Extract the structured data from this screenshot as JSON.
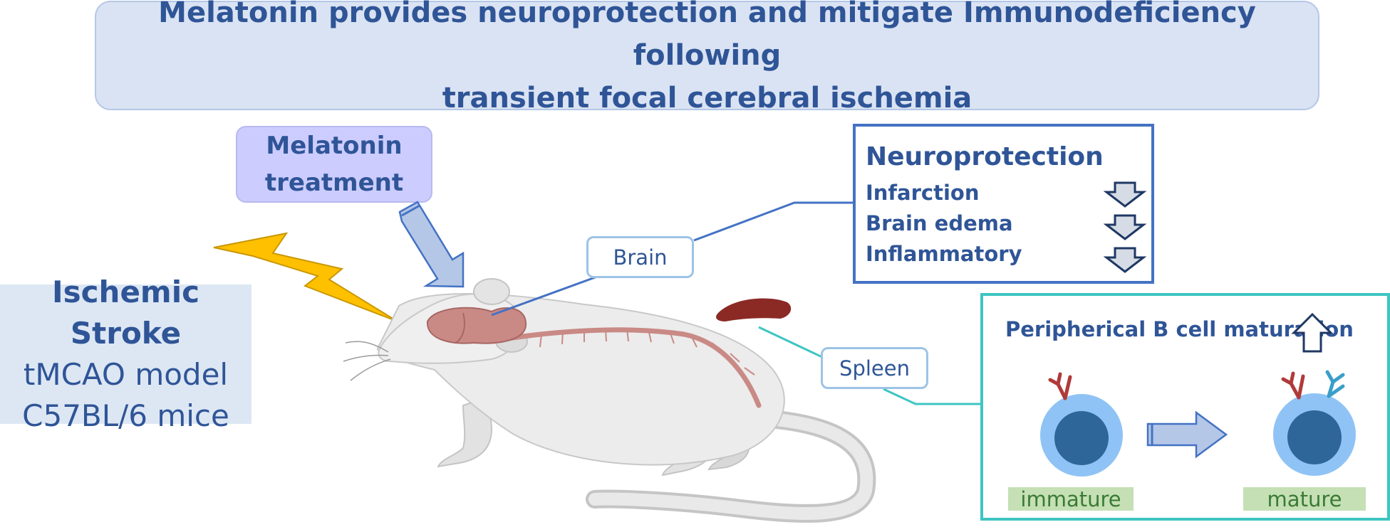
{
  "title": {
    "line1": "Melatonin provides neuroprotection and mitigate Immunodeficiency following",
    "line2": "transient focal cerebral ischemia"
  },
  "treatment": {
    "line1": "Melatonin",
    "line2": "treatment"
  },
  "model": {
    "heading": "Ischemic Stroke",
    "line2": "tMCAO model",
    "line3": "C57BL/6 mice"
  },
  "labels": {
    "brain": "Brain",
    "spleen": "Spleen"
  },
  "neuroprotection": {
    "title": "Neuroprotection",
    "items": [
      {
        "label": "Infarction",
        "direction": "down"
      },
      {
        "label": "Brain edema",
        "direction": "down"
      },
      {
        "label": "Inflammatory",
        "direction": "down"
      }
    ]
  },
  "bcell": {
    "title": "Peripherical B cell maturation",
    "direction": "up",
    "stages": [
      "immature",
      "mature"
    ]
  },
  "colors": {
    "title_text": "#2f5597",
    "title_bg": "#dae3f3",
    "treatment_bg": "#ccccff",
    "bolt": "#ffc000",
    "neuro_border": "#4472c4",
    "bcell_border": "#3ec5c2",
    "cell_outer": "#8fc3f5",
    "cell_nucleus": "#2e6699",
    "stage_label_bg": "#c5e0b4",
    "spleen": "#8b2a24"
  }
}
